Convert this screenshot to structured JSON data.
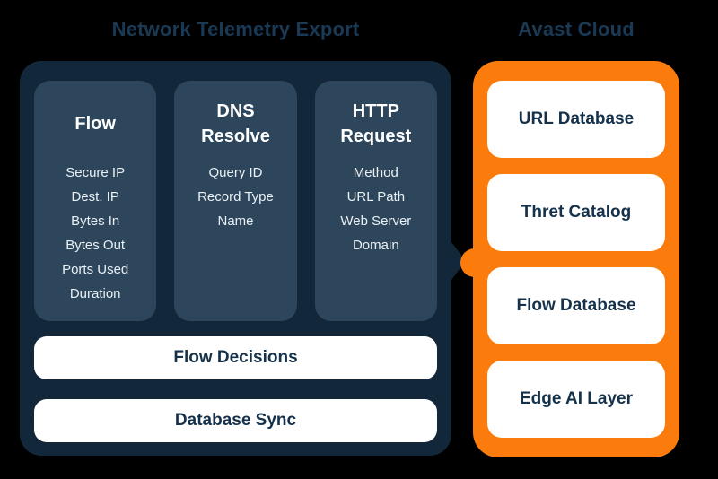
{
  "telemetry": {
    "title": "Network Telemetry Export",
    "columns": [
      {
        "heading": "Flow",
        "items": [
          "Secure IP",
          "Dest. IP",
          "Bytes In",
          "Bytes Out",
          "Ports Used",
          "Duration"
        ]
      },
      {
        "heading": "DNS Resolve",
        "items": [
          "Query ID",
          "Record Type",
          "Name"
        ]
      },
      {
        "heading": "HTTP Request",
        "items": [
          "Method",
          "URL Path",
          "Web Server Domain"
        ]
      }
    ],
    "bars": [
      {
        "label": "Flow Decisions"
      },
      {
        "label": "Database Sync"
      }
    ]
  },
  "cloud": {
    "title": "Avast Cloud",
    "boxes": [
      {
        "label": "URL Database"
      },
      {
        "label": "Thret Catalog"
      },
      {
        "label": "Flow Database"
      },
      {
        "label": "Edge AI Layer"
      }
    ]
  },
  "colors": {
    "background": "#000000",
    "panel_navy": "#13273a",
    "column_slate": "#2d465c",
    "accent_orange": "#fb7c0c",
    "card_white": "#ffffff",
    "text_navy": "#16324b",
    "text_light": "#eaf0f4",
    "title_navy": "#1a3955"
  }
}
